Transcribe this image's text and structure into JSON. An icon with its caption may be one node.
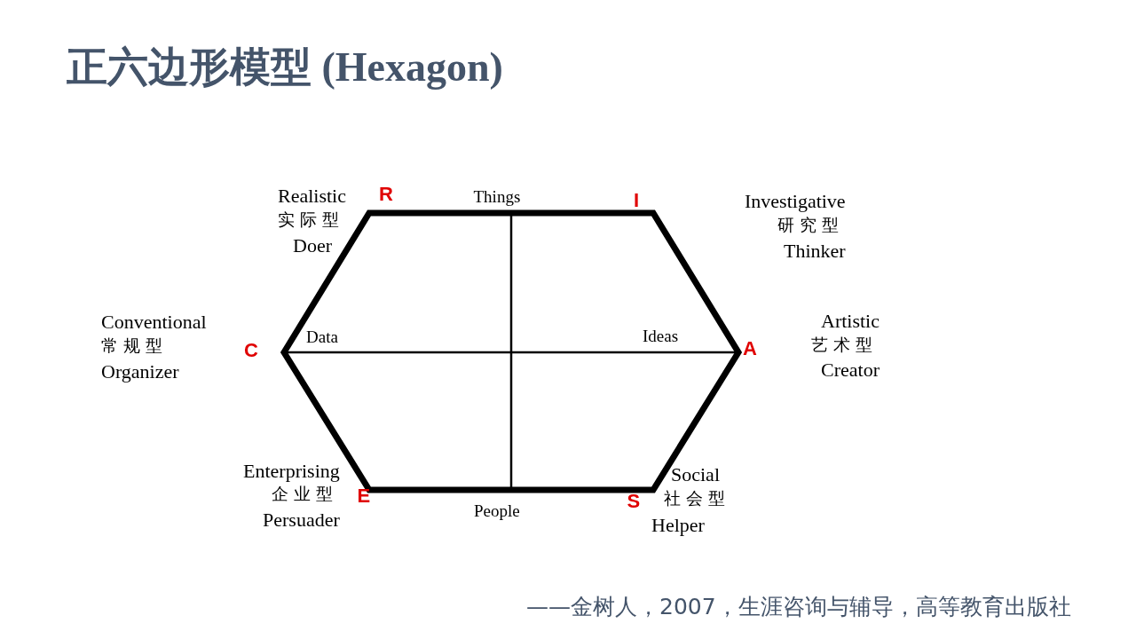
{
  "diagram": {
    "title": "正六边形模型 (Hexagon)",
    "caption": "——金树人，2007，生涯咨询与辅导，高等教育出版社",
    "labels": [
      "Realistic",
      "实际型",
      "Doer",
      "R",
      "Things",
      "I",
      "Investigative",
      "研究型",
      "Thinker",
      "Conventional",
      "常规型",
      "Organizer",
      "C",
      "Data",
      "Ideas",
      "A",
      "Artistic",
      "艺术型",
      "Creator",
      "Enterprising",
      "企业型",
      "E",
      "People",
      "S",
      "Social",
      "社会型",
      "Persuader",
      "Helper"
    ]
  }
}
